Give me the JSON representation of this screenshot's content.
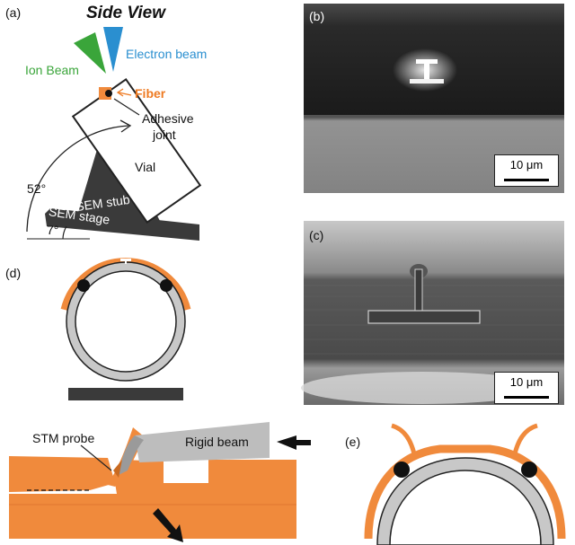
{
  "figure": {
    "panels": {
      "a": {
        "label": "(a)",
        "title": "Side View",
        "ion_beam": "Ion Beam",
        "electron_beam": "Electron beam",
        "fiber": "Fiber",
        "adhesive": [
          "Adhesive",
          "joint"
        ],
        "vial": "Vial",
        "sem_stub": "SEM stub",
        "sem_stage": "SEM stage",
        "angle_large": "52°",
        "angle_small": "7°"
      },
      "b": {
        "label": "(b)",
        "scale": "10 μm"
      },
      "c": {
        "label": "(c)",
        "scale": "10 μm"
      },
      "d": {
        "label": "(d)"
      },
      "lower_left": {
        "stm_probe": "STM probe",
        "rigid_beam": "Rigid beam"
      },
      "e": {
        "label": "(e)"
      }
    },
    "colors": {
      "orange": "#f08a3c",
      "gray": "#c8c8c8",
      "dark": "#3a3a3a",
      "green": "#3aa53a",
      "blue": "#2a8fd0"
    }
  }
}
